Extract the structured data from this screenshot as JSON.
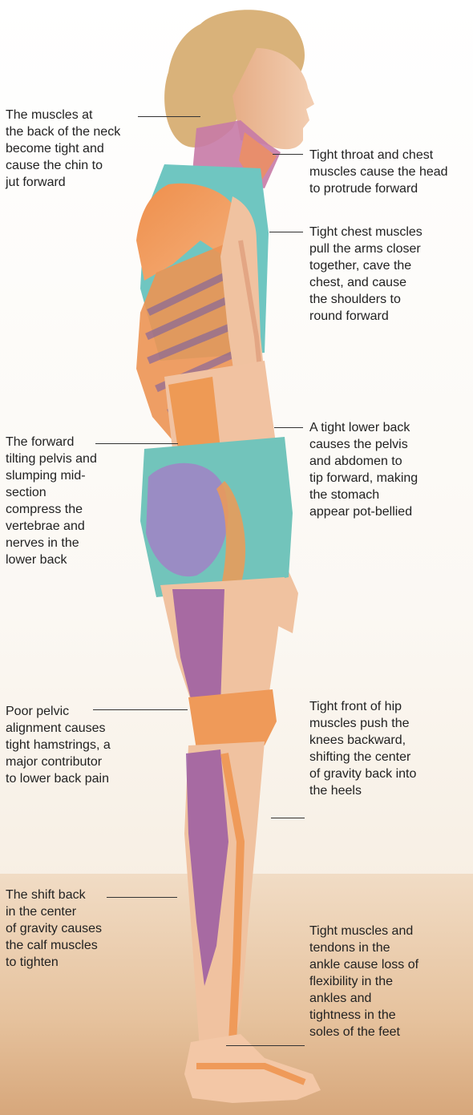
{
  "annotations": {
    "neck_back": "The muscles at\nthe back of the neck\nbecome tight and\ncause the chin to\njut forward",
    "throat_chest": "Tight throat and chest\nmuscles cause the head\nto protrude forward",
    "chest_muscles": "Tight chest muscles\npull the arms closer\ntogether, cave the\nchest, and cause\nthe shoulders to\nround forward",
    "pelvis_midsection": "The forward\ntilting pelvis and\nslumping mid-\nsection\ncompress the\nvertebrae and\nnerves in the\nlower back",
    "lower_back": "A tight lower back\ncauses the pelvis\nand abdomen to\ntip forward, making\nthe stomach\nappear pot-bellied",
    "hamstrings": "Poor pelvic\nalignment causes\ntight hamstrings, a\nmajor contributor\nto lower back pain",
    "hip_front": "Tight front of hip\nmuscles push the\nknees backward,\nshifting the center\nof gravity back into\nthe heels",
    "calf": "The shift back\nin the center\nof gravity causes\nthe calf muscles\nto tighten",
    "ankle": "Tight muscles and\ntendons in the\nankle cause loss of\nflexibility in the\nankles and\ntightness in the\nsoles of the feet"
  },
  "colors": {
    "skin": "#eec2a1",
    "muscle_orange": "#ea8a4d",
    "muscle_purple": "#9a5aa2",
    "clothing": "#6fc6c1",
    "hair": "#d9b27a",
    "leader_line": "#333333"
  }
}
